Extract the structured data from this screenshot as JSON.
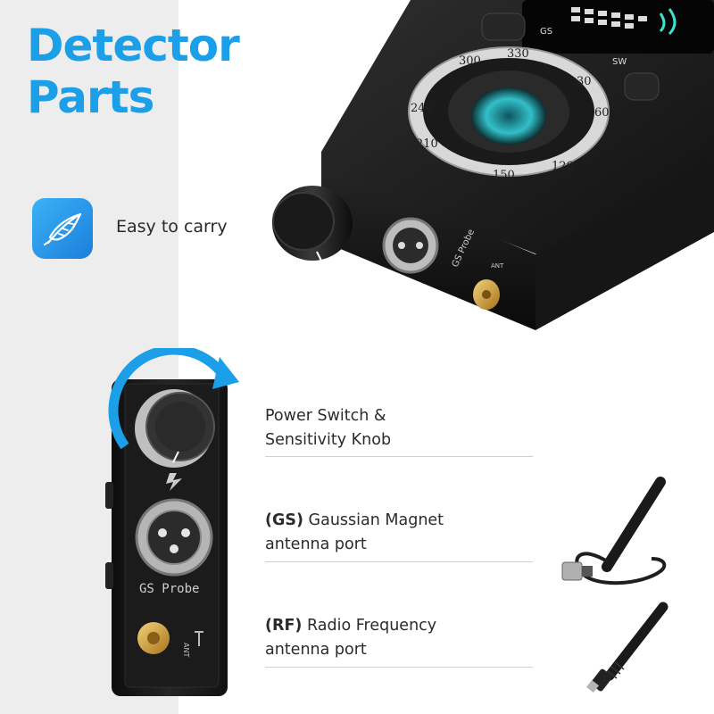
{
  "title": {
    "line1": "Detector",
    "line2": "Parts"
  },
  "feature": {
    "icon": "feather-icon",
    "text": "Easy to carry"
  },
  "device_top": {
    "dial_numbers": [
      "300",
      "330",
      "30",
      "60",
      "120",
      "150",
      "210",
      "240"
    ],
    "buttons": [
      "GS",
      "SW"
    ],
    "port_labels": {
      "gs": "GS Probe",
      "ant": "ANT"
    }
  },
  "device_bottom": {
    "probe_label": "GS Probe",
    "ant_label": "ANT"
  },
  "parts": [
    {
      "line1": "Power Switch &",
      "line2": "Sensitivity Knob"
    },
    {
      "prefix": "(GS)",
      "line1": " Gaussian Magnet",
      "line2": "antenna port"
    },
    {
      "prefix": "(RF)",
      "line1": " Radio Frequency",
      "line2": "antenna port"
    }
  ],
  "colors": {
    "accent": "#1a9fe8",
    "device": "#1c1c1c",
    "text": "#2b2b2b"
  }
}
